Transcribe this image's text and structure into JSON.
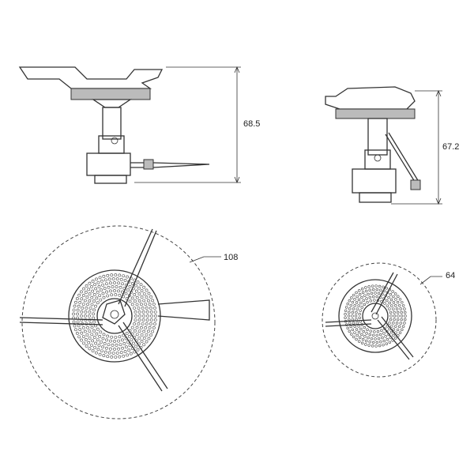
{
  "dimensions": {
    "open_height": "68.5",
    "folded_height": "67.2",
    "open_diameter": "108",
    "folded_diameter": "64"
  },
  "colors": {
    "line": "#333333",
    "hatch": "#bbbbbb"
  }
}
